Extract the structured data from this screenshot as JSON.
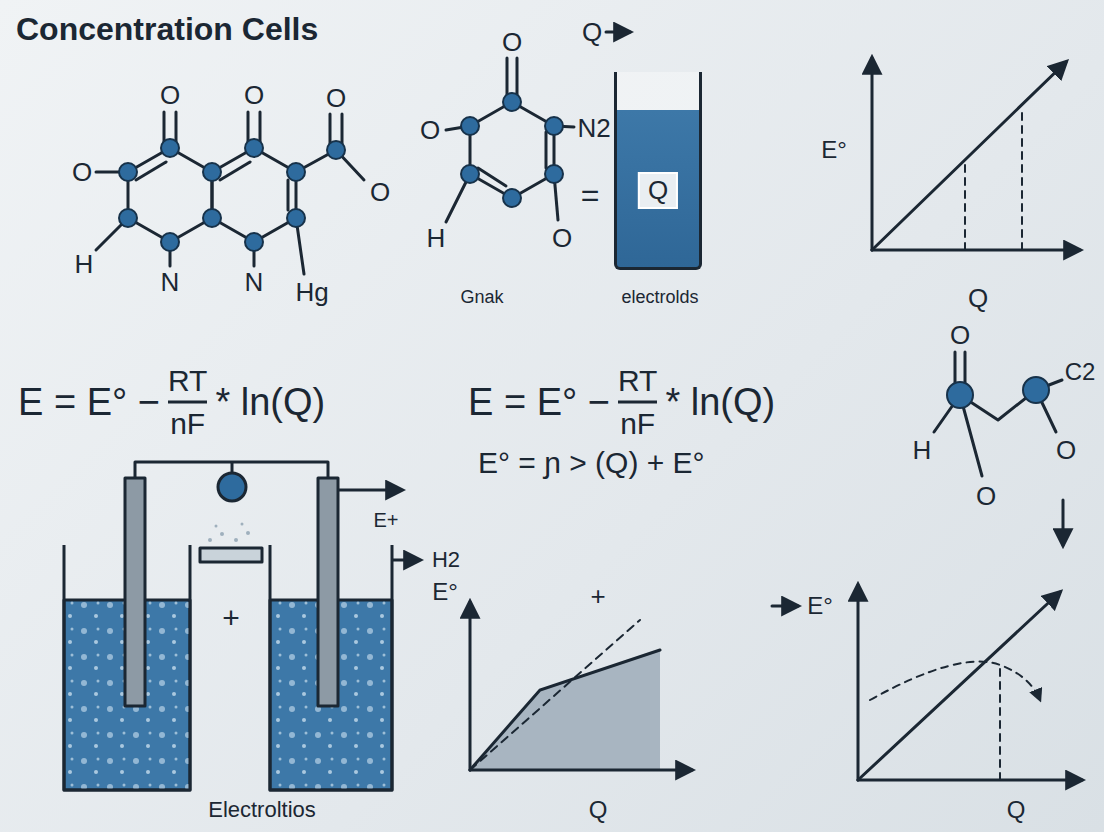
{
  "diagram": {
    "title": "Concentration Cells",
    "nodes": [
      {
        "text": [
          "Q"
        ]
      }
    ],
    "labels": [
      "O",
      "O",
      "O",
      "O",
      "O",
      "H",
      "N",
      "N",
      "Hg",
      "O",
      "Q",
      "O",
      "N2",
      "=",
      "H",
      "Gnak",
      "O",
      "electrolds",
      "E°",
      "Q",
      "E = E° −",
      "RT",
      "nF",
      "* ln(Q)",
      "E = E° −",
      "RT",
      "nF",
      "* ln(Q)",
      "E° = ɲ > (Q) + E°",
      "O",
      "C2",
      "H",
      "O",
      "O",
      "E+",
      "H2",
      "+",
      "Electroltios",
      "E°",
      "+",
      "Q",
      "E°",
      "Q"
    ]
  }
}
